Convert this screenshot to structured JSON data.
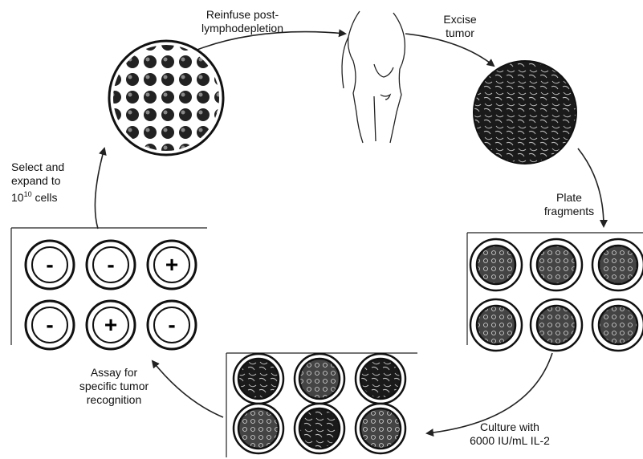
{
  "steps": {
    "reinfuse": [
      "Reinfuse post-",
      "lymphodepletion"
    ],
    "excise": [
      "Excise",
      "tumor"
    ],
    "plate": [
      "Plate",
      "fragments"
    ],
    "culture": [
      "Culture with",
      "6000 IU/mL IL-2"
    ],
    "assay": [
      "Assay for",
      "specific tumor",
      "recognition"
    ],
    "select": {
      "line1": "Select and",
      "line2": "expand to",
      "base": "10",
      "exponent": "10",
      "suffix": " cells"
    }
  },
  "assay_wells": [
    "-",
    "-",
    "+",
    "-",
    "+",
    "-"
  ]
}
